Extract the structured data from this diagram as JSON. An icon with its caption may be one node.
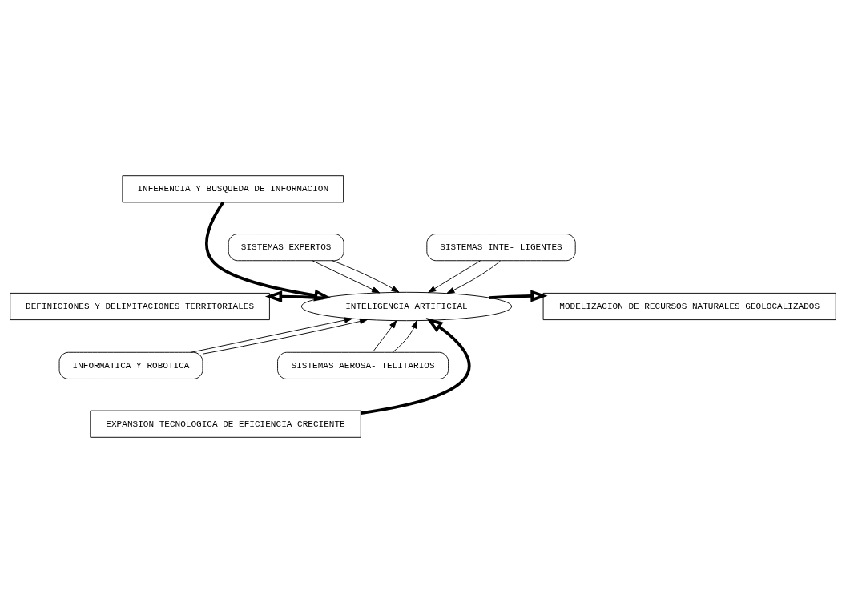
{
  "diagram": {
    "nodes": [
      {
        "text": [
          "INTELIGENCIA ARTIFICIAL"
        ]
      },
      {
        "text": [
          "INFERENCIA Y BUSQUEDA DE INFORMACION"
        ]
      },
      {
        "text": [
          "SISTEMAS EXPERTOS"
        ]
      },
      {
        "text": [
          "SISTEMAS INTE- LIGENTES"
        ]
      },
      {
        "text": [
          "DEFINICIONES Y DELIMITACIONES TERRITORIALES"
        ]
      },
      {
        "text": [
          "MODELIZACION DE RECURSOS NATURALES GEOLOCALIZADOS"
        ]
      },
      {
        "text": [
          "INFORMATICA Y ROBOTICA"
        ]
      },
      {
        "text": [
          "SISTEMAS AEROSA- TELITARIOS"
        ]
      },
      {
        "text": [
          "EXPANSION TECNOLOGICA DE EFICIENCIA CRECIENTE"
        ]
      }
    ],
    "edges": [
      {
        "from": 1,
        "to": 0,
        "arrow": "to",
        "style": "thick"
      },
      {
        "from": 2,
        "to": 0,
        "arrow": "to"
      },
      {
        "from": 2,
        "to": 0,
        "arrow": "to"
      },
      {
        "from": 3,
        "to": 0,
        "arrow": "to"
      },
      {
        "from": 3,
        "to": 0,
        "arrow": "to"
      },
      {
        "from": 0,
        "to": 4,
        "arrow": "to",
        "style": "thick"
      },
      {
        "from": 0,
        "to": 5,
        "arrow": "to",
        "style": "thick"
      },
      {
        "from": 6,
        "to": 0,
        "arrow": "to"
      },
      {
        "from": 6,
        "to": 0,
        "arrow": "to"
      },
      {
        "from": 7,
        "to": 0,
        "arrow": "to"
      },
      {
        "from": 7,
        "to": 0,
        "arrow": "to"
      },
      {
        "from": 8,
        "to": 0,
        "arrow": "to",
        "style": "thick"
      }
    ]
  }
}
